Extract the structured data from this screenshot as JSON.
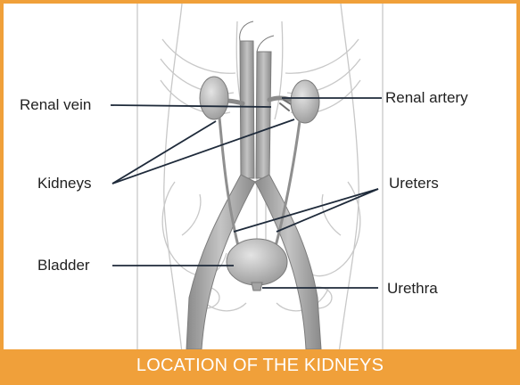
{
  "labels": {
    "renal_vein": "Renal vein",
    "renal_artery": "Renal artery",
    "kidneys": "Kidneys",
    "ureters": "Ureters",
    "bladder": "Bladder",
    "urethra": "Urethra"
  },
  "caption": "LOCATION OF THE KIDNEYS",
  "colors": {
    "accent": "#f0a03a",
    "organ": "#a8a8a8",
    "organ_dark": "#8c8c8c",
    "body_outline": "#c8c8c8",
    "leader_line": "#1e2a3a"
  }
}
